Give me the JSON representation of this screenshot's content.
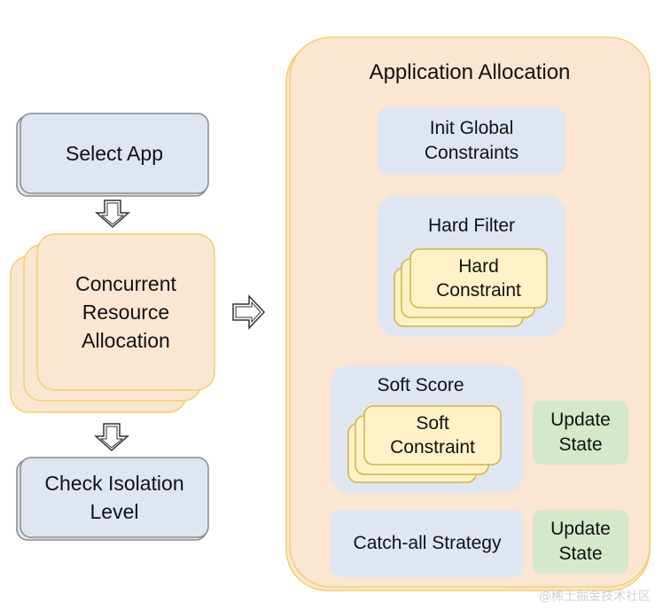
{
  "colors": {
    "blue_fill": "#dfe6f2",
    "blue_stroke": "#8a8a8a",
    "orange_fill": "#fbe6d2",
    "orange_stroke": "#f2cf6b",
    "yellow_fill": "#fff2c7",
    "yellow_stroke": "#d6b240",
    "green_fill": "#d5e8c9",
    "arrow_stroke": "#333333"
  },
  "left": {
    "select_app": "Select App",
    "concurrent": "Concurrent\nResource\nAllocation",
    "check_isolation": "Check Isolation\nLevel"
  },
  "right": {
    "title": "Application Allocation",
    "init_global": "Init Global\nConstraints",
    "hard_filter": "Hard Filter",
    "hard_constraint": "Hard\nConstraint",
    "soft_score": "Soft Score",
    "soft_constraint": "Soft\nConstraint",
    "update_state_1": "Update\nState",
    "catch_all": "Catch-all Strategy",
    "update_state_2": "Update\nState"
  },
  "watermark": "@稀土掘金技术社区"
}
